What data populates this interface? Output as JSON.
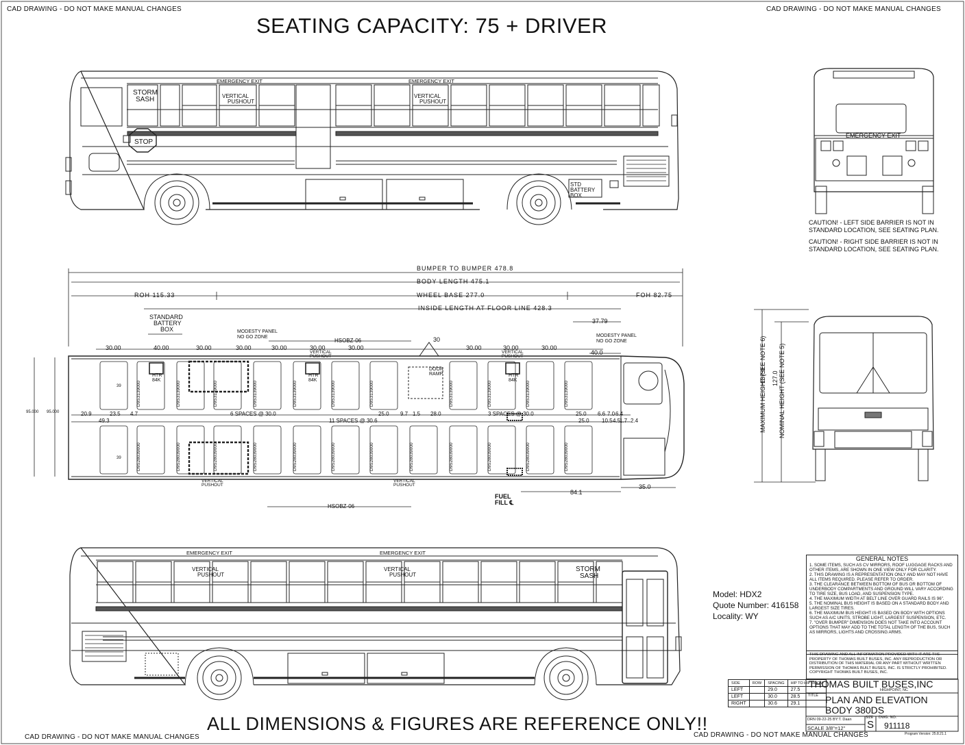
{
  "banners": {
    "top_left": "CAD DRAWING - DO NOT MAKE MANUAL CHANGES",
    "top_right": "CAD DRAWING - DO NOT MAKE MANUAL CHANGES",
    "bottom_left": "CAD DRAWING - DO NOT MAKE MANUAL CHANGES",
    "bottom_right": "CAD DRAWING - DO NOT MAKE MANUAL CHANGES"
  },
  "title": "SEATING CAPACITY: 75 + DRIVER",
  "footer": "ALL DIMENSIONS & FIGURES ARE REFERENCE ONLY!!",
  "side_top": {
    "emergency_exit_1": "EMERGENCY EXIT",
    "emergency_exit_2": "EMERGENCY EXIT",
    "storm_sash_1": "STORM",
    "storm_sash_2": "SASH",
    "pushout_1a": "VERTICAL",
    "pushout_1b": "PUSHOUT",
    "pushout_2a": "VERTICAL",
    "pushout_2b": "PUSHOUT",
    "stop": "STOP",
    "battery_1": "STD",
    "battery_2": "BATTERY",
    "battery_3": "BOX"
  },
  "rear_view": {
    "emergency_exit": "EMERGENCY EXIT"
  },
  "cautions": [
    "CAUTION! - LEFT SIDE BARRIER IS NOT IN STANDARD LOCATION, SEE SEATING PLAN.",
    "CAUTION! - RIGHT SIDE BARRIER IS NOT IN STANDARD LOCATION, SEE SEATING PLAN."
  ],
  "dimensions": {
    "bumper_to_bumper": "BUMPER TO BUMPER   478.8",
    "body_length": "BODY LENGTH   475.1",
    "roh": "ROH 115.33",
    "wheel_base": "WHEEL BASE          277.0",
    "foh": "FOH 82.75",
    "inside_length": "INSIDE LENGTH AT FLOOR LINE   428.3",
    "d3779": "37.79",
    "d40": "40.0",
    "d30": "30",
    "top_spacing": [
      "30.00",
      "40.00",
      "30.00",
      "30.00",
      "30.00",
      "30.00",
      "30.00",
      "30.00",
      "30.00",
      "30.00"
    ],
    "hsobz": "HSOBZ-06",
    "hsobz_bottom": "HSOBZ-06",
    "six_spaces": "6 SPACES @ 30.0",
    "eleven_spaces": "11 SPACES @ 30.6",
    "three_spaces": "3 SPACES @ 30.0",
    "d209": "20.9",
    "d235": "23.5",
    "d47": "4.7",
    "d493": "49.3",
    "d25a": "25.0",
    "d97": "9.7",
    "d15": "1.5",
    "d28": "28.0",
    "d25b": "25.0",
    "d66": "6.6",
    "d70": "7.0",
    "d64": "6.4",
    "d25c": "25.0",
    "d105": "10.5",
    "d451": "4.5",
    "d17": "1.7",
    "d24": "2.4",
    "d841": "84.1",
    "d350": "35.0",
    "width_a": "95.000",
    "width_b": "95.000",
    "max_height": "MAXIMUM HEIGHT (SEE NOTE 6)",
    "max_height_val": "137.0",
    "nom_height": "NOMINAL HEIGHT (SEE NOTE 5)",
    "nom_height_val": "127.0"
  },
  "plan_labels": {
    "standard_1": "STANDARD",
    "standard_2": "BATTERY",
    "standard_3": "BOX",
    "modesty_1a": "MODESTY PANEL",
    "modesty_1b": "NO GO ZONE",
    "modesty_2a": "MODESTY PANEL",
    "modesty_2b": "NO GO ZONE",
    "pushout_top_1": "VERTICAL",
    "pushout_top_1b": "PUSHOUT",
    "pushout_top_2": "VERTICAL",
    "pushout_top_2b": "PUSHOUT",
    "pushout_bot_1": "VERTICAL",
    "pushout_bot_1b": "PUSHOUT",
    "pushout_bot_2": "VERTICAL",
    "pushout_bot_2b": "PUSHOUT",
    "door_ramp_1": "DOOR",
    "door_ramp_2": "RAMP",
    "htr": "HTR",
    "htr_val": "84K",
    "seat_code_left": "D9S3139000",
    "seat_code_right": "D9S28039000",
    "seat_num": "39",
    "fuel_1": "FUEL",
    "fuel_2": "FILL ℄"
  },
  "side_bottom": {
    "emergency_exit_1": "EMERGENCY EXIT",
    "emergency_exit_2": "EMERGENCY EXIT",
    "pushout_1a": "VERTICAL",
    "pushout_1b": "PUSHOUT",
    "pushout_2a": "VERTICAL",
    "pushout_2b": "PUSHOUT",
    "storm_1": "STORM",
    "storm_2": "SASH"
  },
  "model_info": {
    "model": "Model: HDX2",
    "quote": "Quote Number: 416158",
    "locality": "Locality: WY"
  },
  "general_notes": {
    "title": "GENERAL NOTES",
    "items": [
      "1. SOME ITEMS, SUCH AS CV MIRRORS, ROOF LUGGAGE RACKS AND OTHER ITEMS, ARE SHOWN IN ONE VIEW ONLY FOR CLARITY.",
      "2. THIS DRAWING IS A REPRESENTATION ONLY AND MAY NOT HAVE ALL ITEMS REQUIRED. PLEASE REFER TO ORDER.",
      "3. THE CLEARANCE BETWEEN BOTTOM OF BUS OR BOTTOM OF UNDERBODY COMPARTMENTS AND GROUND WILL VARY ACCORDING TO TIRE SIZE, BUS LOAD, AND SUSPENSION TYPE.",
      "4. THE MAXIMUM WIDTH AT BELT LINE OVER GUARD RAILS IS 96\".",
      "5. THE NOMINAL BUS HEIGHT IS BASED ON A STANDARD BODY AND LARGEST SIZE TIRES.",
      "6. THE MAXIMUM BUS HEIGHT IS BASED ON BODY WITH OPTIONS SUCH AS A/C UNITS, STROBE LIGHT, LARGEST SUSPENSION, ETC.",
      "7. \"OVER BUMPER\" DIMENSION DOES NOT TAKE INTO ACCOUNT OPTIONS THAT MAY ADD TO THE TOTAL LENGTH OF THE BUS, SUCH AS MIRRORS, LIGHTS AND CROSSING ARMS."
    ]
  },
  "copyright": "THIS DRAWING AND ALL INFORMATION PROVIDED WITH IT ARE THE PROPERTY OF THOMAS BUILT BUSES, INC. ANY REPRODUCTION OR DISTRIBUTION OF THIS MATERIAL OR ANY PART WITHOUT WRITTEN PERMISSION OF THOMAS BUILT BUSES, INC. IS STRICTLY PROHIBITED. COPYRIGHT THOMAS BUILT BUSES, INC.",
  "spacing_table": {
    "headers": [
      "SIDE",
      "ROW",
      "SPACING",
      "HIP TO HIP ROOM"
    ],
    "rows": [
      [
        "LEFT",
        "",
        "29.0",
        "27.5"
      ],
      [
        "LEFT",
        "",
        "30.0",
        "28.5"
      ],
      [
        "RIGHT",
        "",
        "30.6",
        "29.1"
      ]
    ]
  },
  "title_block": {
    "company": "THOMAS BUILT BUSES,INC",
    "location": "HIGHPOINT, NC",
    "title_label": "TITLE",
    "title_1": "PLAN AND ELEVATION",
    "title_2": "BODY 380DS",
    "drn": "DRN 09-22-25   BY:T. Daan",
    "size_label": "SIZE",
    "size": "S",
    "dwg_label": "DWG. NO.",
    "dwg": "911118",
    "scale": "SCALE  3/8\"=12\"",
    "program": "Program Version: 25.8.21.1"
  }
}
